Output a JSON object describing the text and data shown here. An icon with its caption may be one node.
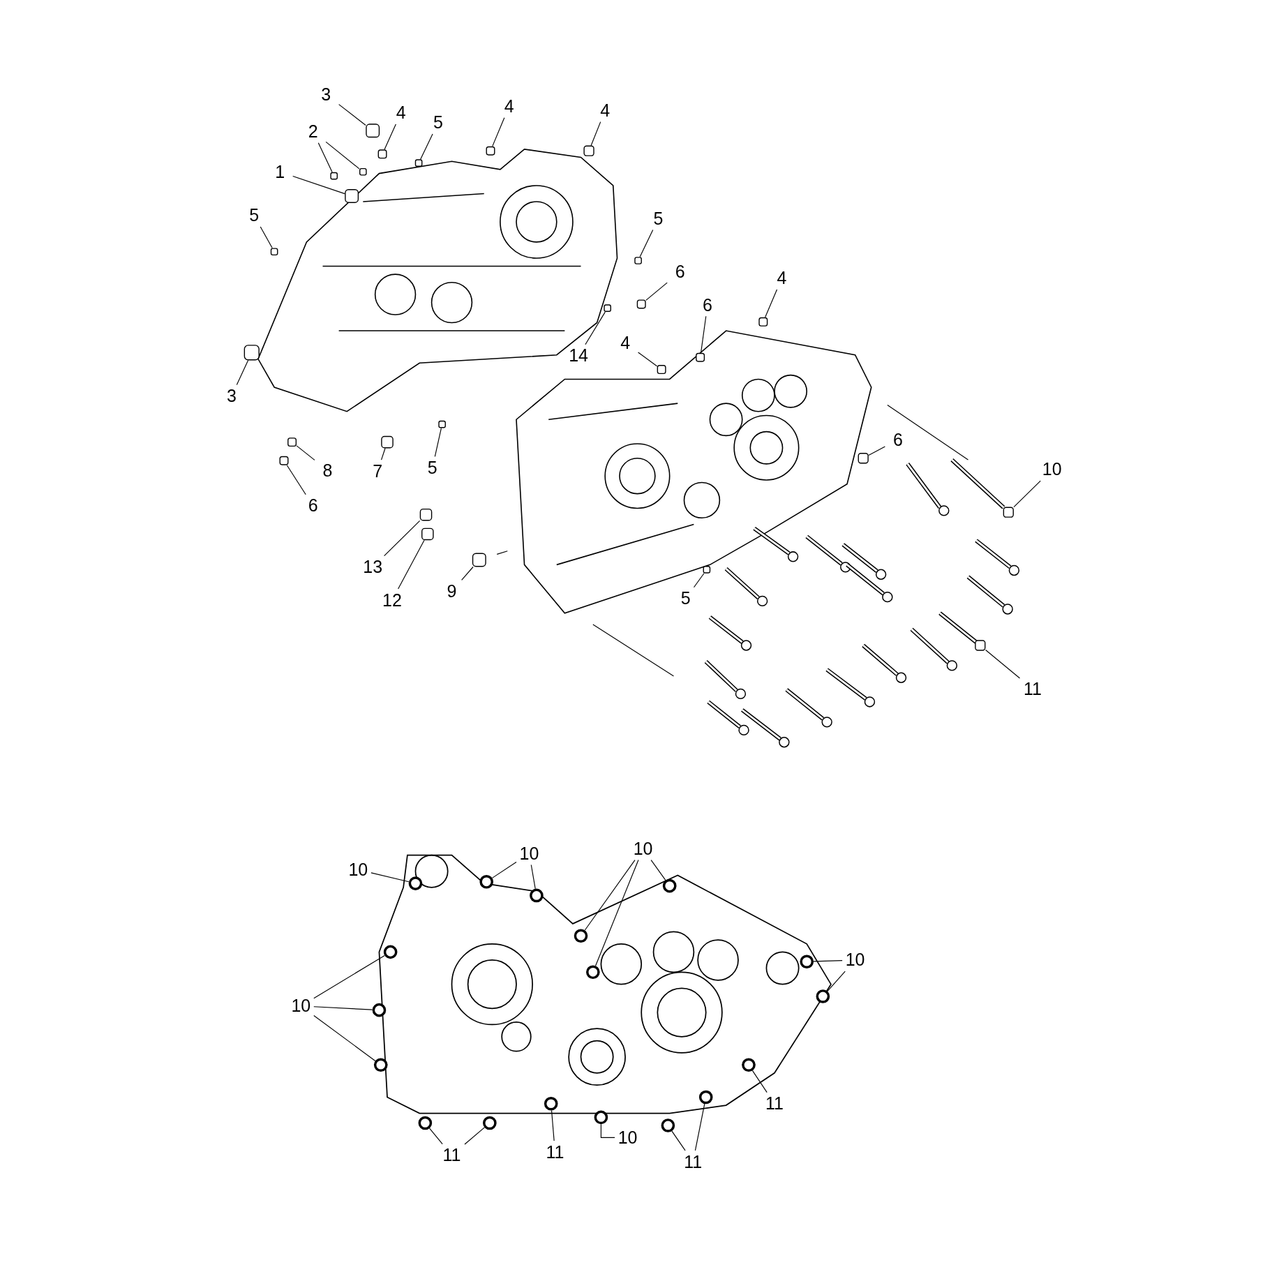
{
  "diagram": {
    "nodes": [
      {
        "text": [
          "3"
        ]
      },
      {
        "text": [
          "4"
        ]
      },
      {
        "text": [
          "5"
        ]
      },
      {
        "text": [
          "4"
        ]
      },
      {
        "text": [
          "4"
        ]
      },
      {
        "text": [
          "2"
        ]
      },
      {
        "text": [
          "1"
        ]
      },
      {
        "text": [
          "5"
        ]
      },
      {
        "text": [
          "5"
        ]
      },
      {
        "text": [
          "6"
        ]
      },
      {
        "text": [
          "6"
        ]
      },
      {
        "text": [
          "4"
        ]
      },
      {
        "text": [
          "14"
        ]
      },
      {
        "text": [
          "3"
        ]
      },
      {
        "text": [
          "4"
        ]
      },
      {
        "text": [
          "8"
        ]
      },
      {
        "text": [
          "6"
        ]
      },
      {
        "text": [
          "7"
        ]
      },
      {
        "text": [
          "5"
        ]
      },
      {
        "text": [
          "13"
        ]
      },
      {
        "text": [
          "12"
        ]
      },
      {
        "text": [
          "9"
        ]
      },
      {
        "text": [
          "6"
        ]
      },
      {
        "text": [
          "10"
        ]
      },
      {
        "text": [
          "5"
        ]
      },
      {
        "text": [
          "11"
        ]
      },
      {
        "text": [
          "10"
        ]
      },
      {
        "text": [
          "10"
        ]
      },
      {
        "text": [
          "10"
        ]
      },
      {
        "text": [
          "10"
        ]
      },
      {
        "text": [
          "10"
        ]
      },
      {
        "text": [
          "11"
        ]
      },
      {
        "text": [
          "10"
        ]
      },
      {
        "text": [
          "11"
        ]
      },
      {
        "text": [
          "11"
        ]
      },
      {
        "text": [
          "11"
        ]
      },
      {
        "text": [],
        "shape": "box"
      },
      {
        "text": [],
        "shape": "box"
      },
      {
        "text": [],
        "shape": "box"
      },
      {
        "text": [],
        "shape": "box"
      },
      {
        "text": [],
        "shape": "box"
      },
      {
        "text": [],
        "shape": "box"
      },
      {
        "text": [],
        "shape": "box"
      },
      {
        "text": [],
        "shape": "box"
      },
      {
        "text": [],
        "shape": "box"
      },
      {
        "text": [],
        "shape": "box"
      },
      {
        "text": [],
        "shape": "box"
      },
      {
        "text": [],
        "shape": "box"
      },
      {
        "text": [],
        "shape": "box"
      },
      {
        "text": [],
        "shape": "box"
      },
      {
        "text": [],
        "shape": "box"
      },
      {
        "text": [],
        "shape": "box"
      },
      {
        "text": [],
        "shape": "box"
      },
      {
        "text": [],
        "shape": "box"
      },
      {
        "text": [],
        "shape": "box"
      },
      {
        "text": [],
        "shape": "box"
      },
      {
        "text": [],
        "shape": "box"
      },
      {
        "text": [],
        "shape": "box"
      },
      {
        "text": [],
        "shape": "box"
      },
      {
        "text": [],
        "shape": "box"
      },
      {
        "text": [],
        "shape": "box"
      },
      {
        "text": [],
        "shape": "box"
      },
      {
        "text": [],
        "shape": "box"
      },
      {
        "text": [],
        "shape": "circle"
      },
      {
        "text": [],
        "shape": "circle"
      },
      {
        "text": [],
        "shape": "circle"
      },
      {
        "text": [],
        "shape": "circle"
      },
      {
        "text": [],
        "shape": "circle"
      },
      {
        "text": [],
        "shape": "circle"
      },
      {
        "text": [],
        "shape": "circle"
      },
      {
        "text": [],
        "shape": "circle"
      },
      {
        "text": [],
        "shape": "circle"
      },
      {
        "text": [],
        "shape": "circle"
      },
      {
        "text": [],
        "shape": "circle"
      },
      {
        "text": [],
        "shape": "circle"
      },
      {
        "text": [],
        "shape": "circle"
      },
      {
        "text": [],
        "shape": "circle"
      },
      {
        "text": [],
        "shape": "circle"
      },
      {
        "text": [],
        "shape": "circle"
      },
      {
        "text": [],
        "shape": "circle"
      },
      {
        "text": [],
        "shape": "circle"
      }
    ],
    "edges": [
      {
        "from": 0,
        "to": 36,
        "arrow": "none"
      },
      {
        "from": 1,
        "to": 37,
        "arrow": "none"
      },
      {
        "from": 2,
        "to": 38,
        "arrow": "none"
      },
      {
        "from": 3,
        "to": 39,
        "arrow": "none"
      },
      {
        "from": 4,
        "to": 40,
        "arrow": "none"
      },
      {
        "from": 5,
        "to": 41,
        "arrow": "none"
      },
      {
        "from": 5,
        "to": 42,
        "arrow": "none"
      },
      {
        "from": 6,
        "to": 43,
        "arrow": "none"
      },
      {
        "from": 7,
        "to": 44,
        "arrow": "none"
      },
      {
        "from": 8,
        "to": 45,
        "arrow": "none"
      },
      {
        "from": 9,
        "to": 46,
        "arrow": "none"
      },
      {
        "from": 10,
        "to": 47,
        "arrow": "none"
      },
      {
        "from": 11,
        "to": 48,
        "arrow": "none"
      },
      {
        "from": 12,
        "to": 49,
        "arrow": "none"
      },
      {
        "from": 13,
        "to": 50,
        "arrow": "none"
      },
      {
        "from": 14,
        "to": 51,
        "arrow": "none"
      },
      {
        "from": 15,
        "to": 52,
        "arrow": "none"
      },
      {
        "from": 16,
        "to": 53,
        "arrow": "none"
      },
      {
        "from": 17,
        "to": 54,
        "arrow": "none"
      },
      {
        "from": 18,
        "to": 55,
        "arrow": "none"
      },
      {
        "from": 19,
        "to": 56,
        "arrow": "none"
      },
      {
        "from": 20,
        "to": 57,
        "arrow": "none"
      },
      {
        "from": 21,
        "to": 58,
        "arrow": "none"
      },
      {
        "from": 22,
        "to": 59,
        "arrow": "none"
      },
      {
        "from": 23,
        "to": 60,
        "arrow": "none"
      },
      {
        "from": 24,
        "to": 61,
        "arrow": "none"
      },
      {
        "from": 25,
        "to": 62,
        "arrow": "none"
      },
      {
        "from": 26,
        "to": 63,
        "arrow": "none"
      },
      {
        "from": 27,
        "to": 64,
        "arrow": "none"
      },
      {
        "from": 27,
        "to": 65,
        "arrow": "none"
      },
      {
        "from": 28,
        "to": 66,
        "arrow": "none"
      },
      {
        "from": 28,
        "to": 67,
        "arrow": "none"
      },
      {
        "from": 28,
        "to": 68,
        "arrow": "none"
      },
      {
        "from": 29,
        "to": 69,
        "arrow": "none"
      },
      {
        "from": 29,
        "to": 70,
        "arrow": "none"
      },
      {
        "from": 30,
        "to": 71,
        "arrow": "none"
      },
      {
        "from": 30,
        "to": 72,
        "arrow": "none"
      },
      {
        "from": 30,
        "to": 73,
        "arrow": "none"
      },
      {
        "from": 31,
        "to": 74,
        "arrow": "none"
      },
      {
        "from": 32,
        "to": 75,
        "arrow": "none"
      },
      {
        "from": 33,
        "to": 76,
        "arrow": "none"
      },
      {
        "from": 33,
        "to": 77,
        "arrow": "none"
      },
      {
        "from": 34,
        "to": 78,
        "arrow": "none"
      },
      {
        "from": 35,
        "to": 79,
        "arrow": "none"
      },
      {
        "from": 35,
        "to": 80,
        "arrow": "none"
      }
    ]
  }
}
